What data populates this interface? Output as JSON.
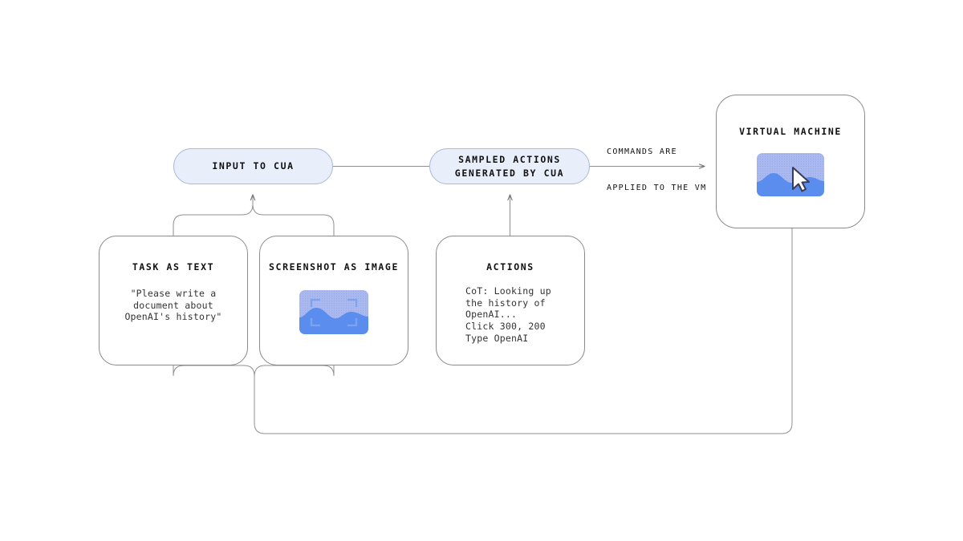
{
  "diagram": {
    "title": "CUA loop diagram",
    "colors": {
      "pill_fill": "#e9eefb",
      "pill_border": "#a9bcdb",
      "card_border": "#8a8a8a",
      "wire": "#8f8f8f",
      "screen_light": "#a9b9ef",
      "screen_wave": "#5b8def",
      "cursor_fill": "#ffffff",
      "cursor_outline": "#3b3b55"
    }
  },
  "nodes": {
    "input_to_cua": {
      "label": "INPUT TO CUA"
    },
    "sampled_actions": {
      "line1": "SAMPLED ACTIONS",
      "line2": "GENERATED BY CUA"
    },
    "virtual_machine": {
      "title": "VIRTUAL MACHINE",
      "icon": "vm-screen-with-cursor-icon"
    },
    "task_as_text": {
      "title": "TASK AS TEXT",
      "body": "\"Please write a\ndocument about\nOpenAI's history\""
    },
    "screenshot_as_image": {
      "title": "SCREENSHOT AS IMAGE",
      "icon": "screenshot-frame-icon"
    },
    "actions": {
      "title": "ACTIONS",
      "body": "CoT: Looking up\nthe history of\nOpenAI...\nClick 300, 200\nType OpenAI"
    }
  },
  "edges": {
    "commands_caption": {
      "line1": "COMMANDS ARE",
      "line2": "APPLIED TO THE VM"
    }
  }
}
